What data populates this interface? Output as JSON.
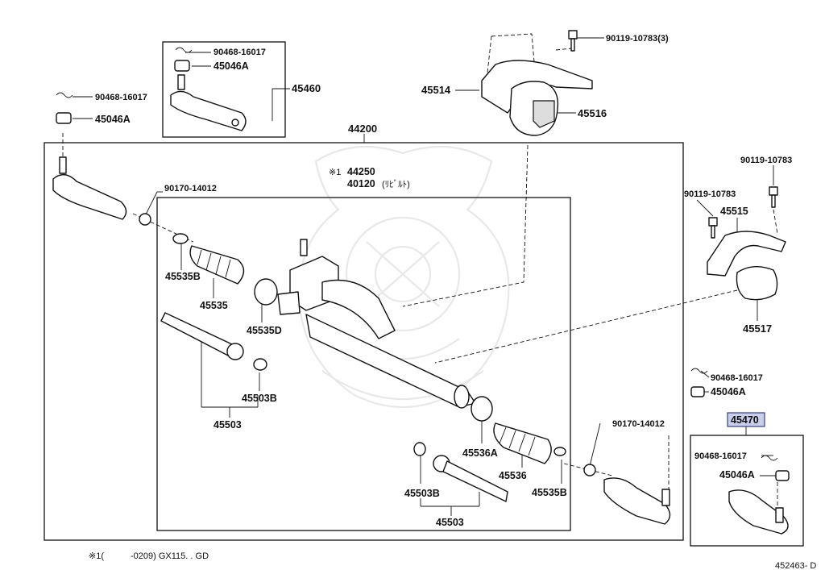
{
  "labels": {
    "p_90468_16017_a": "90468-16017",
    "p_45046a_a": "45046A",
    "p_45460": "45460",
    "p_90468_16017_b": "90468-16017",
    "p_45046a_b": "45046A",
    "p_90119_10783_3": "90119-10783(3)",
    "p_45514": "45514",
    "p_45516": "45516",
    "p_44200": "44200",
    "p_note_mark": "※1",
    "p_44250": "44250",
    "p_40120": "40120",
    "p_40120_suffix": "(ﾘﾋﾞﾙﾄ)",
    "p_90170_14012_a": "90170-14012",
    "p_90119_10783_b": "90119-10783",
    "p_90119_10783_c": "90119-10783",
    "p_45515": "45515",
    "p_45535b_a": "45535B",
    "p_45535": "45535",
    "p_45535d": "45535D",
    "p_45517": "45517",
    "p_45503b_a": "45503B",
    "p_45503_a": "45503",
    "p_90468_16017_c": "90468-16017",
    "p_45046a_c": "45046A",
    "p_45470": "45470",
    "p_90170_14012_b": "90170-14012",
    "p_45536a": "45536A",
    "p_90468_16017_d": "90468-16017",
    "p_45046a_d": "45046A",
    "p_45536": "45536",
    "p_45535b_b": "45535B",
    "p_45503b_b": "45503B",
    "p_45503_b": "45503"
  },
  "footnote": {
    "mark": "※1(",
    "text": "-0209) GX115. . GD"
  },
  "diagram_code": "452463- D",
  "colors": {
    "ink": "#111111",
    "highlight": "#c9cfea",
    "watermark": "#e6e6e6"
  }
}
